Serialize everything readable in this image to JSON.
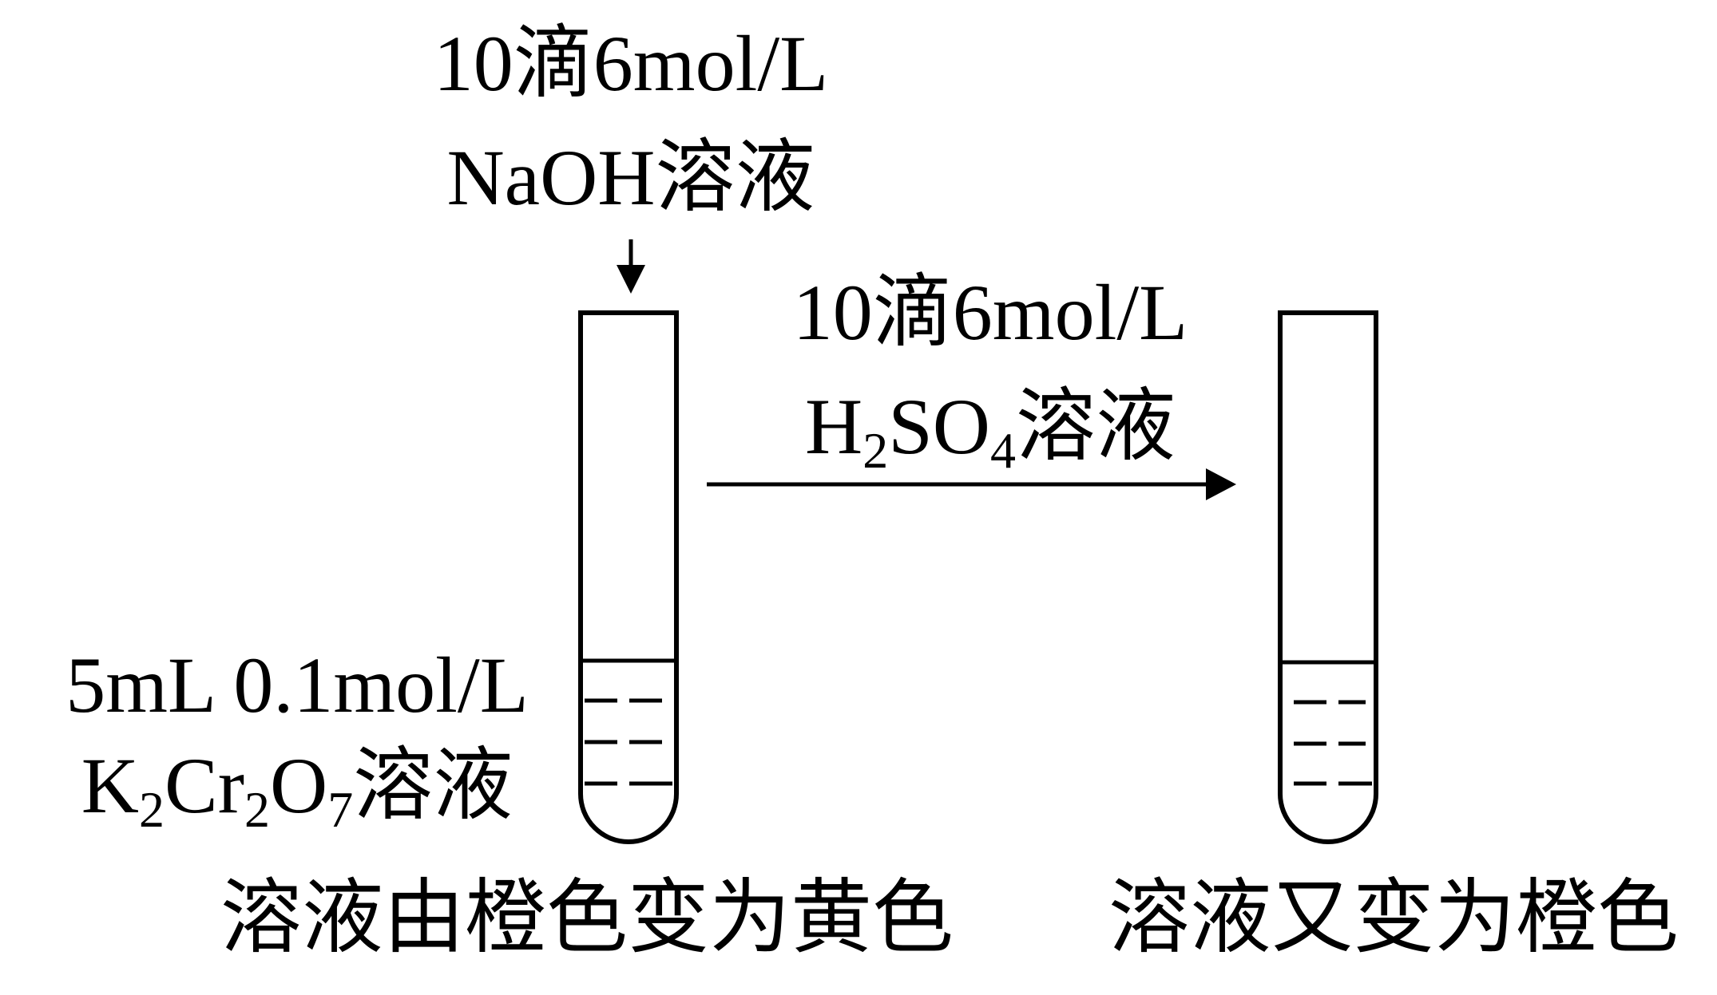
{
  "reagent_top": {
    "line1": "10滴6mol/L",
    "line2": "NaOH溶液"
  },
  "reagent_arrow": {
    "line1": "10滴6mol/L",
    "line2_parts": [
      "H",
      "2",
      "SO",
      "4",
      "溶液"
    ]
  },
  "initial_solution": {
    "line1": "5mL 0.1mol/L",
    "line2_parts": [
      "K",
      "2",
      "Cr",
      "2",
      "O",
      "7",
      "溶液"
    ]
  },
  "caption_left": "溶液由橙色变为黄色",
  "caption_right": "溶液又变为橙色",
  "colors": {
    "ink": "#000000",
    "background": "#ffffff"
  }
}
